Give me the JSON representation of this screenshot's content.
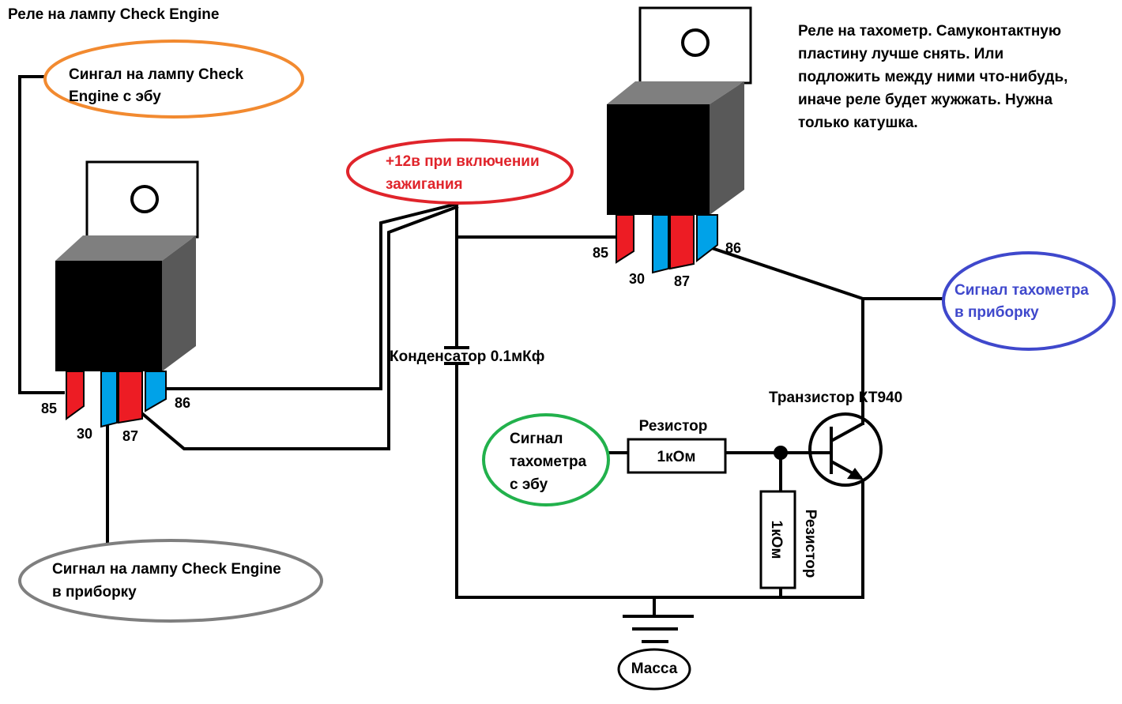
{
  "colors": {
    "wire": "#000000",
    "relay_body": "#000000",
    "relay_side": "#595959",
    "relay_top": "#7f7f7f",
    "pin_red": "#ed1c24",
    "pin_blue": "#00a2e8",
    "orange": "#f28a30",
    "red": "#e0242b",
    "blue": "#3f48cc",
    "green": "#22b14c",
    "gray": "#7f7f7f"
  },
  "relay1": {
    "title": "Реле на лампу Check Engine",
    "pins": {
      "p85": "85",
      "p30": "30",
      "p87": "87",
      "p86": "86"
    }
  },
  "relay2": {
    "note": [
      "Реле на тахометр. Самуконтактную",
      "пластину лучше снять. Или",
      "подложить между ними что-нибудь,",
      "иначе реле будет жужжать. Нужна",
      "только катушка."
    ],
    "pins": {
      "p85": "85",
      "p30": "30",
      "p87": "87",
      "p86": "86"
    }
  },
  "labels": {
    "ce_ecu": [
      "Сингал на лампу Check",
      "Engine с эбу"
    ],
    "ignition": [
      "+12в при включении",
      "зажигания"
    ],
    "capacitor": "Конденсатор 0.1мКф",
    "tacho_out": [
      "Сигнал тахометра",
      "в приборку"
    ],
    "transistor": "Транзистор КТ940",
    "resistor1_label": "Резистор",
    "resistor1_value": "1кОм",
    "resistor2_label": "Резистор",
    "resistor2_value": "1кОм",
    "tacho_ecu": [
      "Сигнал",
      "тахометра",
      "с эбу"
    ],
    "ce_out": [
      "Сигнал на лампу Check Engine",
      "в приборку"
    ],
    "ground": "Масса"
  }
}
